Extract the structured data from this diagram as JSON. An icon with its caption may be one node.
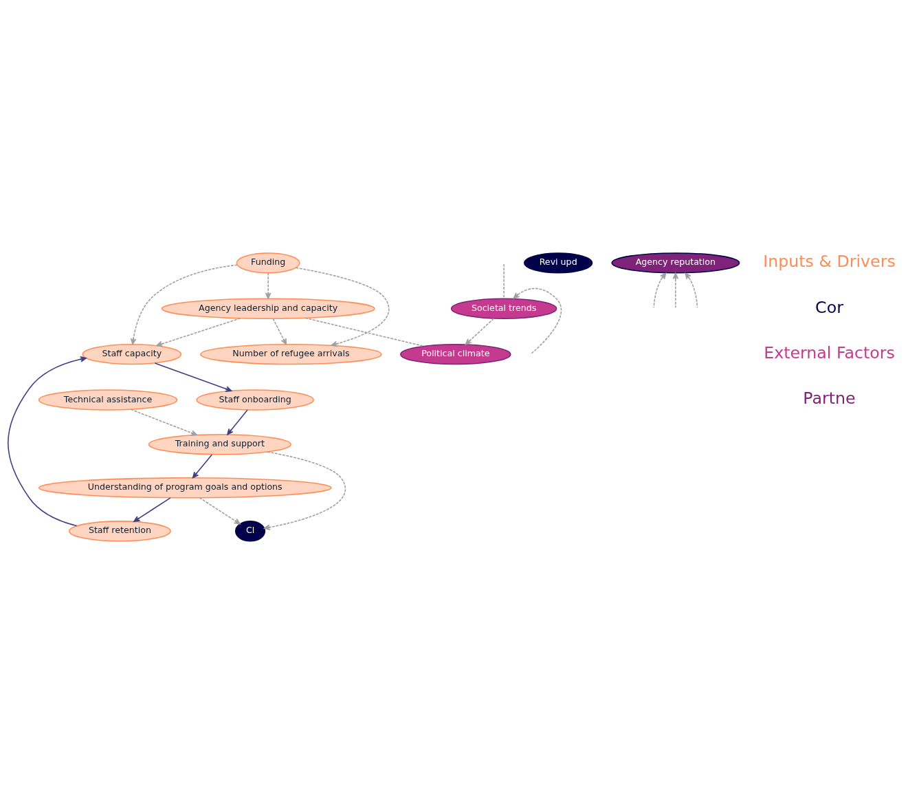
{
  "diagram": {
    "nodes": [
      {
        "text": [
          "Number of refugee arrivals"
        ]
      },
      {
        "text": [
          "Technical assistance"
        ]
      },
      {
        "text": [
          "Funding"
        ]
      },
      {
        "text": [
          "Staff capacity"
        ]
      },
      {
        "text": [
          "Staff onboarding"
        ]
      },
      {
        "text": [
          "Cl"
        ]
      },
      {
        "text": [
          "Agency leadership and capacity"
        ]
      },
      {
        "text": [
          "Staff retention"
        ]
      },
      {
        "text": [
          "Training and support"
        ]
      },
      {
        "text": [
          "Revi upd"
        ]
      },
      {
        "text": [
          "Understanding of program goals and options"
        ]
      },
      {
        "text": [
          "Political climate"
        ]
      },
      {
        "text": [
          "Societal trends"
        ]
      },
      {
        "text": [
          "Agency reputation"
        ]
      }
    ],
    "edges": [
      {
        "from": 2,
        "to": 0,
        "arrow": "to",
        "style": "dashed"
      },
      {
        "from": 6,
        "to": 0,
        "arrow": "to",
        "style": "dashed"
      },
      {
        "from": 2,
        "to": 3,
        "arrow": "to",
        "style": "dashed"
      },
      {
        "from": 2,
        "to": 6,
        "arrow": "to",
        "style": "dashed"
      },
      {
        "from": 6,
        "to": 3,
        "arrow": "to",
        "style": "dashed"
      },
      {
        "from": 3,
        "to": 4,
        "arrow": "to",
        "color": "#3f3f85"
      },
      {
        "from": 4,
        "to": 8,
        "arrow": "to",
        "color": "#3f3f85"
      },
      {
        "from": 1,
        "to": 8,
        "arrow": "to",
        "style": "dashed"
      },
      {
        "from": 8,
        "to": 10,
        "arrow": "to",
        "color": "#3f3f85"
      },
      {
        "from": 10,
        "to": 7,
        "arrow": "to",
        "color": "#3f3f85"
      },
      {
        "from": 7,
        "to": 3,
        "arrow": "to",
        "color": "#3f3f85"
      },
      {
        "from": 10,
        "to": 5,
        "arrow": "to",
        "style": "dashed"
      },
      {
        "from": 8,
        "to": 5,
        "arrow": "to",
        "style": "dashed"
      },
      {
        "from": 6,
        "to": 11,
        "arrow": "none",
        "style": "dashed"
      },
      {
        "from": 12,
        "to": 11,
        "arrow": "to",
        "style": "dashed"
      },
      {
        "from": null,
        "to": 12,
        "arrow": "to",
        "style": "dashed"
      },
      {
        "from": 12,
        "to": null,
        "arrow": "none",
        "style": "dashed"
      },
      {
        "from": null,
        "to": 13,
        "arrow": "to",
        "style": "dashed"
      },
      {
        "from": null,
        "to": 13,
        "arrow": "to",
        "style": "dashed"
      },
      {
        "from": null,
        "to": 13,
        "arrow": "to",
        "style": "dashed"
      }
    ],
    "labels": [
      "Inputs & Drivers",
      "Cor",
      "External Factors",
      "Partne"
    ]
  }
}
